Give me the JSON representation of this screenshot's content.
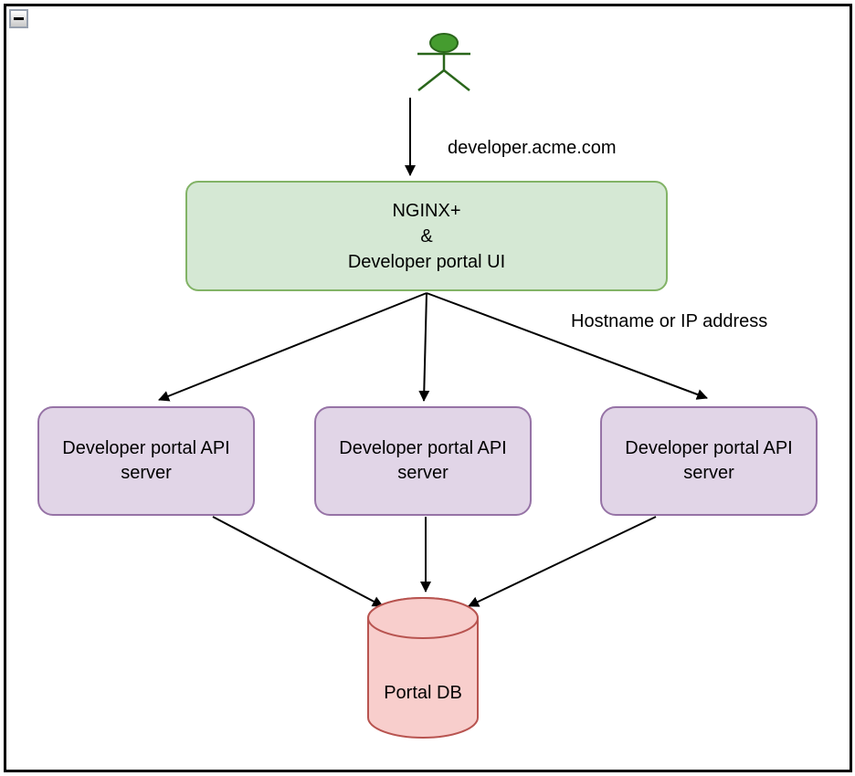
{
  "frame": {
    "collapse_icon": "minus-icon"
  },
  "actor": {
    "name": "user",
    "head_fill": "#459c2f",
    "stroke": "#2a661b"
  },
  "labels": {
    "request_domain": "developer.acme.com",
    "routing": "Hostname or IP address"
  },
  "nodes": {
    "gateway": {
      "lines": [
        "NGINX+",
        "&",
        "Developer portal UI"
      ],
      "fill": "#d5e8d4",
      "stroke": "#82b366"
    },
    "api_servers": [
      {
        "label": "Developer portal API server"
      },
      {
        "label": "Developer portal API server"
      },
      {
        "label": "Developer portal API server"
      }
    ],
    "database": {
      "label": "Portal DB",
      "fill": "#f8cecc",
      "stroke": "#b85450"
    }
  },
  "edges": {
    "arrow_color": "#000000"
  }
}
